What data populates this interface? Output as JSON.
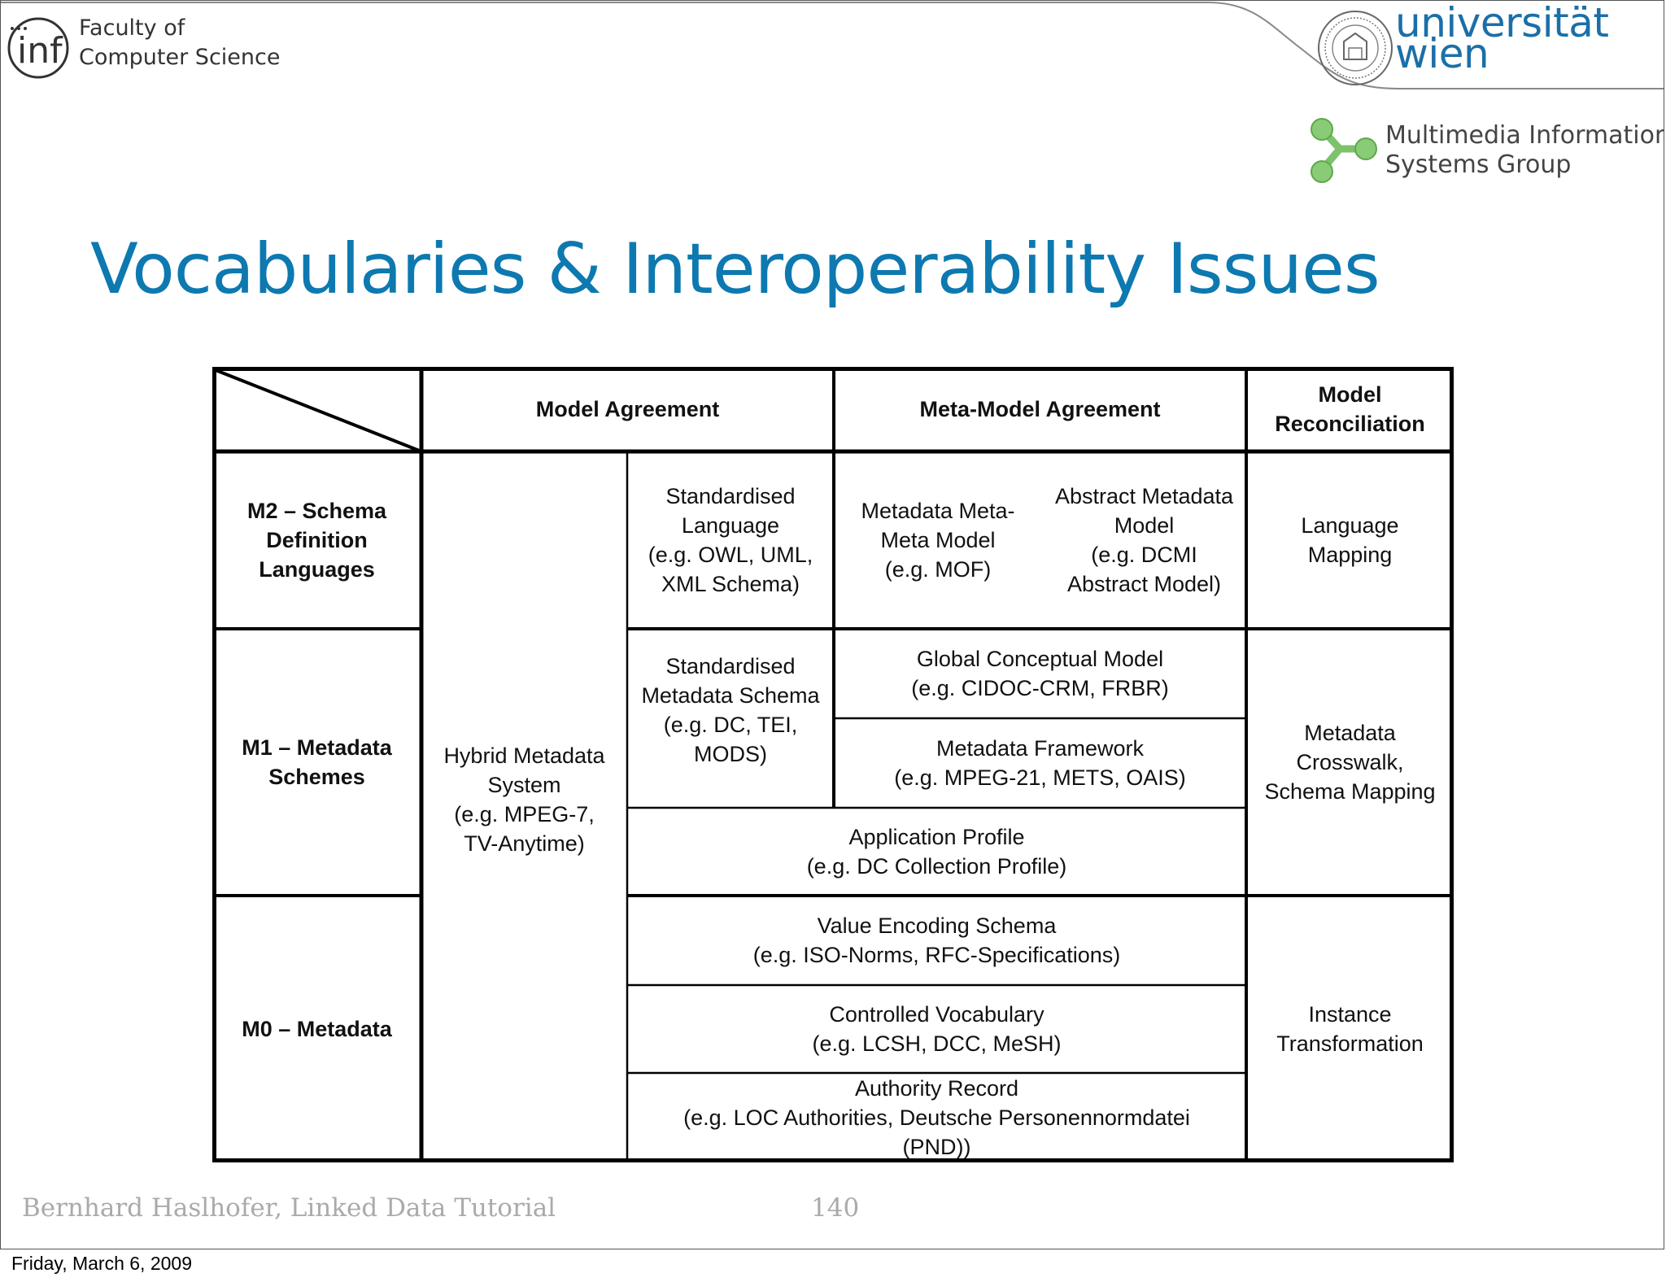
{
  "header": {
    "faculty_line1": "Faculty of",
    "faculty_line2": "Computer Science",
    "university_line1": "universität",
    "university_line2": "wien",
    "group_line1": "Multimedia Information",
    "group_line2": "Systems Group",
    "icons": [
      "inf-logo-icon",
      "university-seal-icon",
      "molecule-logo-icon"
    ],
    "colors": {
      "title": "#0d79b0",
      "university": "#1b6fa8",
      "molecule": "#7cc36b"
    }
  },
  "title": "Vocabularies & Interoperability Issues",
  "table": {
    "headers": {
      "model_agreement": "Model Agreement",
      "meta_model_agreement": "Meta-Model Agreement",
      "model_reconciliation": [
        "Model",
        "Reconciliation"
      ]
    },
    "rows": {
      "m2": [
        "M2 – Schema",
        "Definition",
        "Languages"
      ],
      "m1": [
        "M1 – Metadata",
        "Schemes"
      ],
      "m0": [
        "M0 – Metadata"
      ]
    },
    "cells": {
      "hybrid": [
        "Hybrid Metadata",
        "System",
        "(e.g. MPEG-7,",
        "TV-Anytime)"
      ],
      "std_language": [
        "Standardised",
        "Language",
        "(e.g. OWL, UML,",
        "XML Schema)"
      ],
      "meta_meta_model": [
        "Metadata Meta-",
        "Meta Model",
        "(e.g. MOF)"
      ],
      "abstract_model": [
        "Abstract Metadata",
        "Model",
        "(e.g. DCMI",
        "Abstract Model)"
      ],
      "language_mapping": [
        "Language",
        "Mapping"
      ],
      "std_schema": [
        "Standardised",
        "Metadata Schema",
        "(e.g. DC, TEI,",
        "MODS)"
      ],
      "global_model": [
        "Global Conceptual Model",
        "(e.g. CIDOC-CRM, FRBR)"
      ],
      "framework": [
        "Metadata Framework",
        "(e.g. MPEG-21, METS, OAIS)"
      ],
      "crosswalk": [
        "Metadata",
        "Crosswalk,",
        "Schema Mapping"
      ],
      "app_profile": [
        "Application Profile",
        "(e.g. DC Collection Profile)"
      ],
      "value_encoding": [
        "Value Encoding Schema",
        "(e.g. ISO-Norms, RFC-Specifications)"
      ],
      "controlled_vocab": [
        "Controlled Vocabulary",
        "(e.g. LCSH, DCC, MeSH)"
      ],
      "authority_record": [
        "Authority Record",
        "(e.g. LOC Authorities, Deutsche Personennormdatei",
        "(PND))"
      ],
      "instance_transformation": [
        "Instance",
        "Transformation"
      ]
    }
  },
  "footer": {
    "author": "Bernhard Haslhofer, Linked Data Tutorial",
    "page_number": "140",
    "date": "Friday, March 6, 2009"
  }
}
